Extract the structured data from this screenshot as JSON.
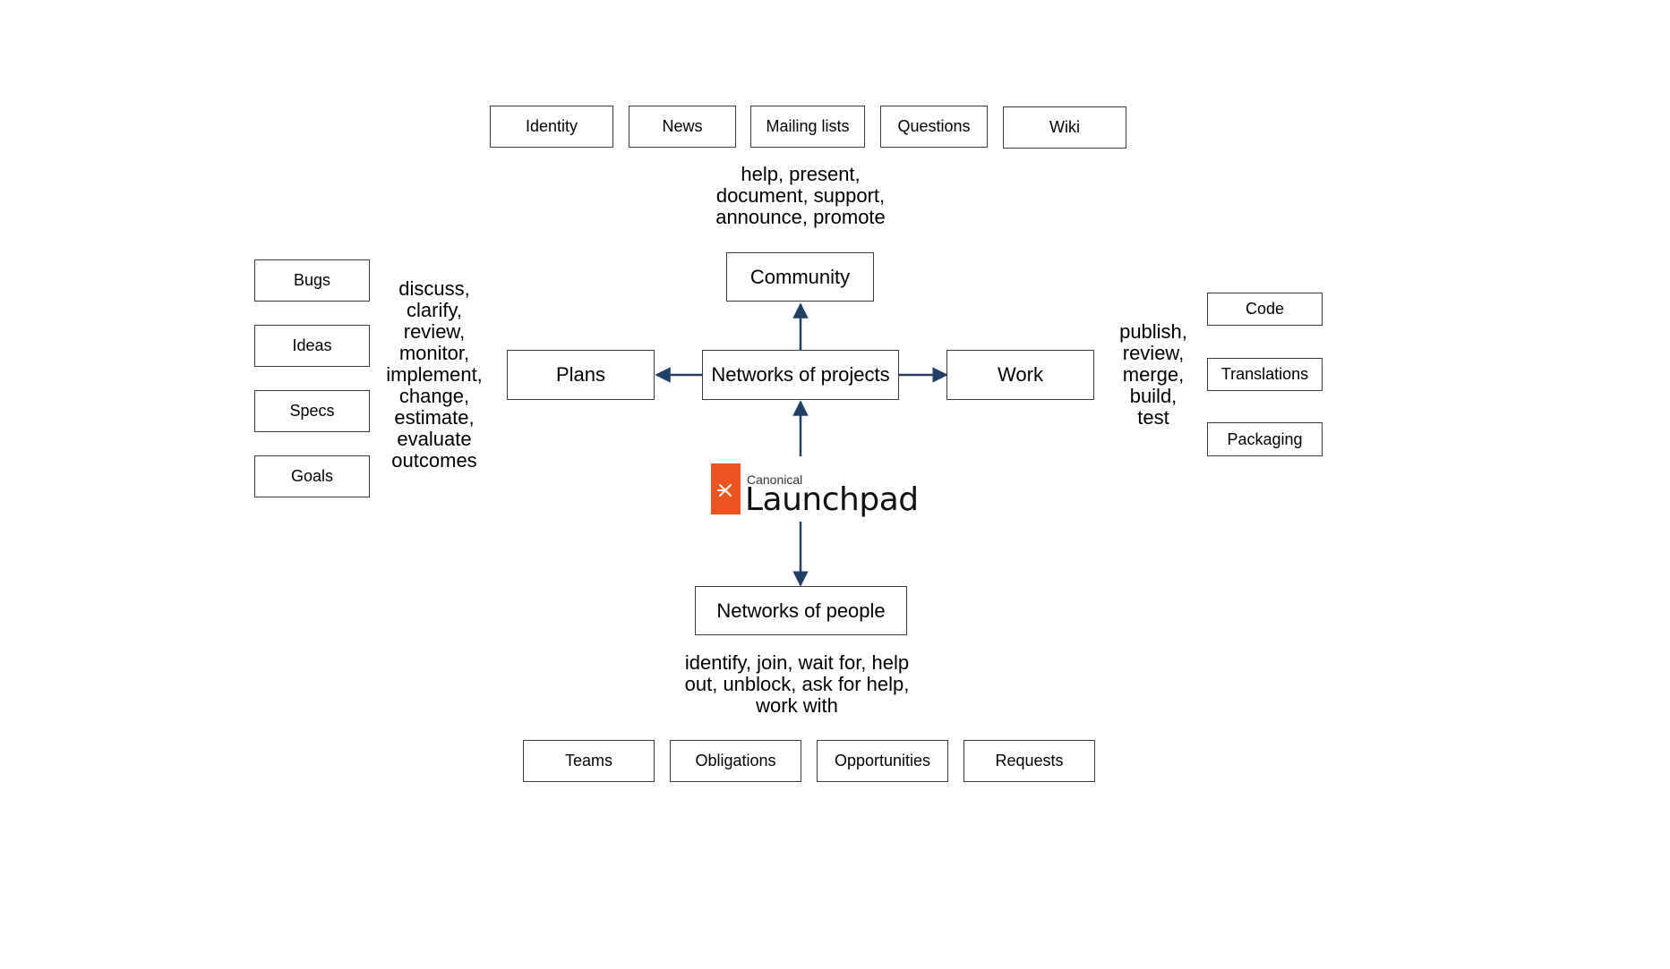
{
  "top_boxes": [
    "Identity",
    "News",
    "Mailing lists",
    "Questions",
    "Wiki"
  ],
  "community": {
    "label": "Community",
    "verbs": "help, present,\ndocument, support,\nannounce, promote"
  },
  "left_boxes": [
    "Bugs",
    "Ideas",
    "Specs",
    "Goals"
  ],
  "plans": {
    "label": "Plans",
    "verbs": "discuss,\nclarify,\nreview,\nmonitor,\nimplement,\nchange,\nestimate,\nevaluate\noutcomes"
  },
  "center": {
    "label": "Networks of projects"
  },
  "work": {
    "label": "Work",
    "verbs": "publish,\nreview,\nmerge,\nbuild,\ntest"
  },
  "right_boxes": [
    "Code",
    "Translations",
    "Packaging"
  ],
  "logo": {
    "vendor": "Canonical",
    "product": "Launchpad",
    "color": "#e95420"
  },
  "people": {
    "label": "Networks of people",
    "verbs": "identify, join, wait for, help\nout, unblock, ask for help,\nwork with"
  },
  "bottom_boxes": [
    "Teams",
    "Obligations",
    "Opportunities",
    "Requests"
  ],
  "arrow_color": "#1f3f66"
}
